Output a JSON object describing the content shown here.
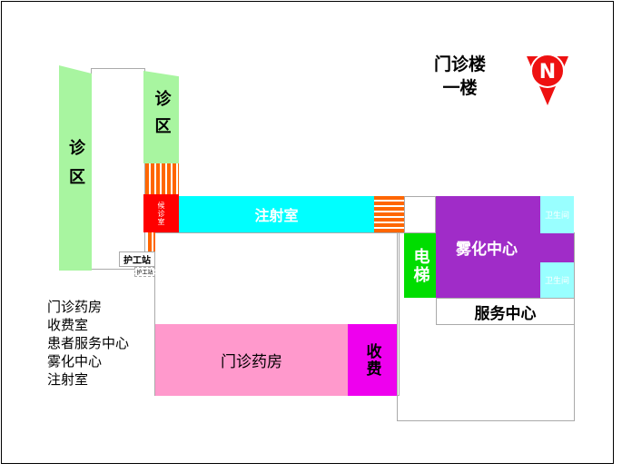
{
  "title": {
    "line1": "门诊楼",
    "line2": "一楼"
  },
  "compass": {
    "letter": "N",
    "color": "#ee1111"
  },
  "rooms": {
    "clinic_left": "诊区",
    "clinic_right": "诊区",
    "waiting": "候诊室",
    "injection": "注射室",
    "elevator": "电梯",
    "nebulization": "雾化中心",
    "restroom_top": "卫生间",
    "restroom_bottom": "卫生间",
    "service": "服务中心",
    "pharmacy": "门诊药房",
    "cashier": "收费",
    "nurse_station": "护工站",
    "nurse_station_small": "护工站"
  },
  "legend": [
    "门诊药房",
    "收费室",
    "患者服务中心",
    "雾化中心",
    "注射室"
  ],
  "colors": {
    "clinic": "#a8f5a0",
    "waiting": "#ff0000",
    "injection": "#00ffff",
    "elevator": "#00dd00",
    "nebulization": "#a02cc8",
    "restroom": "#99ffff",
    "pharmacy": "#ff99cc",
    "cashier": "#ee00ee"
  }
}
